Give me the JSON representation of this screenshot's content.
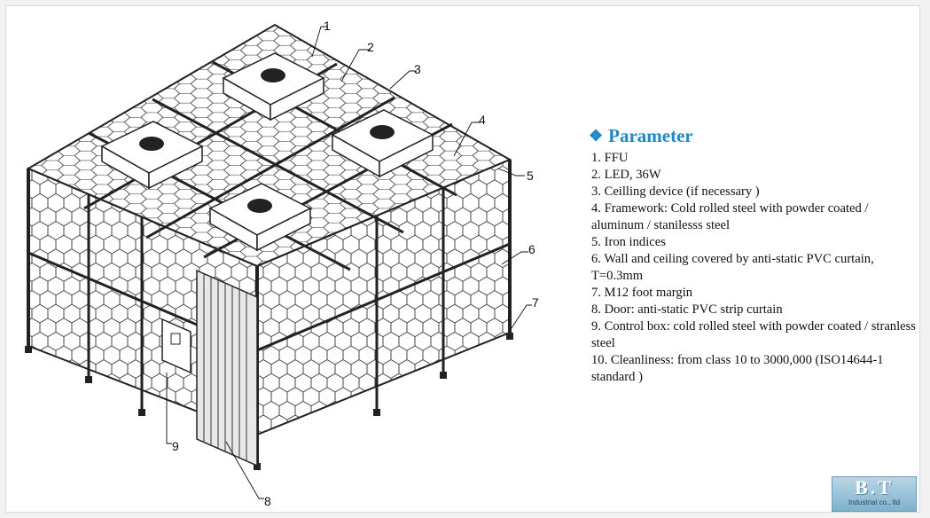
{
  "parameter_title": "Parameter",
  "parameter_icon": "diamond-bullet-icon",
  "accent_color": "#1e88c8",
  "parameters": [
    "1. FFU",
    "2. LED, 36W",
    "3. Ceilling device (if necessary )",
    "4. Framework: Cold rolled steel with  powder coated / aluminum / stanilesss steel",
    "5. Iron indices",
    "6. Wall and ceiling covered by anti-static PVC curtain, T=0.3mm",
    "7. M12 foot margin",
    "8. Door: anti-static PVC strip curtain",
    "9. Control box: cold rolled steel with powder coated / stranless steel",
    "10. Cleanliness: from class 10 to 3000,000 (ISO14644-1 standard )"
  ],
  "callouts": [
    "1",
    "2",
    "3",
    "4",
    "5",
    "6",
    "7",
    "8",
    "9"
  ],
  "logo": {
    "mark": "B.T",
    "sub": "Industrial co., ltd"
  }
}
